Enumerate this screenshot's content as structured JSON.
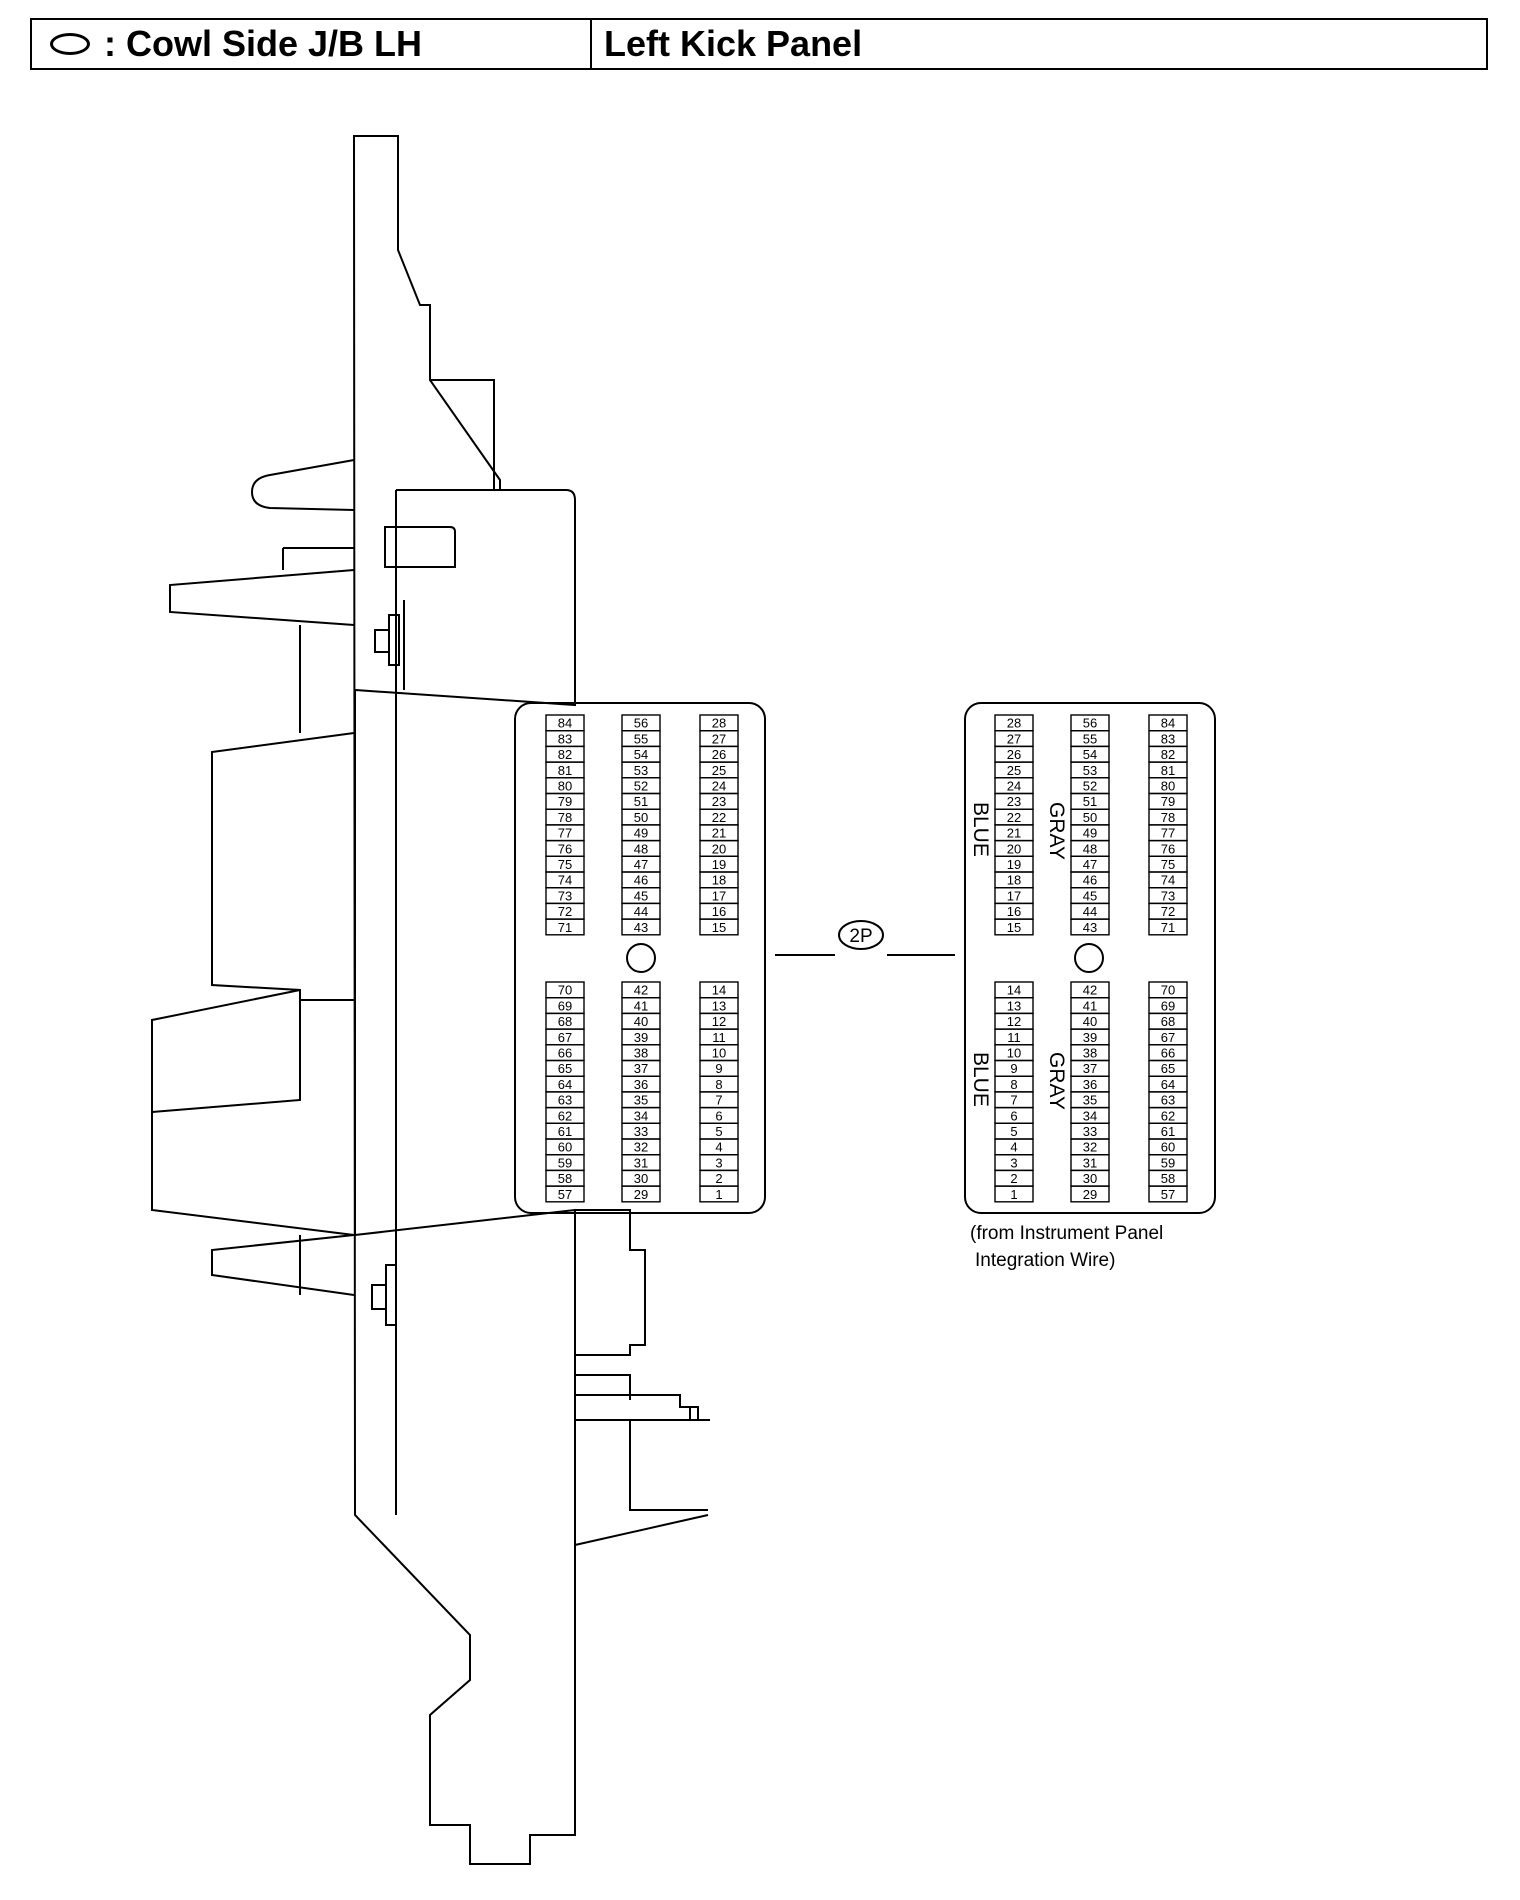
{
  "header": {
    "icon": "oval-icon",
    "title": ": Cowl Side J/B LH",
    "location": "Left Kick Panel"
  },
  "connector": {
    "id_label": "2P",
    "source_note_line1": "(from Instrument Panel",
    "source_note_line2": "Integration Wire)",
    "color_blue": "BLUE",
    "color_gray": "GRAY"
  },
  "left_connector": {
    "top_block": [
      [
        "84",
        "83",
        "82",
        "81",
        "80",
        "79",
        "78",
        "77",
        "76",
        "75",
        "74",
        "73",
        "72",
        "71"
      ],
      [
        "56",
        "55",
        "54",
        "53",
        "52",
        "51",
        "50",
        "49",
        "48",
        "47",
        "46",
        "45",
        "44",
        "43"
      ],
      [
        "28",
        "27",
        "26",
        "25",
        "24",
        "23",
        "22",
        "21",
        "20",
        "19",
        "18",
        "17",
        "16",
        "15"
      ]
    ],
    "bottom_block": [
      [
        "70",
        "69",
        "68",
        "67",
        "66",
        "65",
        "64",
        "63",
        "62",
        "61",
        "60",
        "59",
        "58",
        "57"
      ],
      [
        "42",
        "41",
        "40",
        "39",
        "38",
        "37",
        "36",
        "35",
        "34",
        "33",
        "32",
        "31",
        "30",
        "29"
      ],
      [
        "14",
        "13",
        "12",
        "11",
        "10",
        "9",
        "8",
        "7",
        "6",
        "5",
        "4",
        "3",
        "2",
        "1"
      ]
    ]
  },
  "right_connector": {
    "top_block": [
      [
        "28",
        "27",
        "26",
        "25",
        "24",
        "23",
        "22",
        "21",
        "20",
        "19",
        "18",
        "17",
        "16",
        "15"
      ],
      [
        "56",
        "55",
        "54",
        "53",
        "52",
        "51",
        "50",
        "49",
        "48",
        "47",
        "46",
        "45",
        "44",
        "43"
      ],
      [
        "84",
        "83",
        "82",
        "81",
        "80",
        "79",
        "78",
        "77",
        "76",
        "75",
        "74",
        "73",
        "72",
        "71"
      ]
    ],
    "bottom_block": [
      [
        "14",
        "13",
        "12",
        "11",
        "10",
        "9",
        "8",
        "7",
        "6",
        "5",
        "4",
        "3",
        "2",
        "1"
      ],
      [
        "42",
        "41",
        "40",
        "39",
        "38",
        "37",
        "36",
        "35",
        "34",
        "33",
        "32",
        "31",
        "30",
        "29"
      ],
      [
        "70",
        "69",
        "68",
        "67",
        "66",
        "65",
        "64",
        "63",
        "62",
        "61",
        "60",
        "59",
        "58",
        "57"
      ]
    ]
  }
}
